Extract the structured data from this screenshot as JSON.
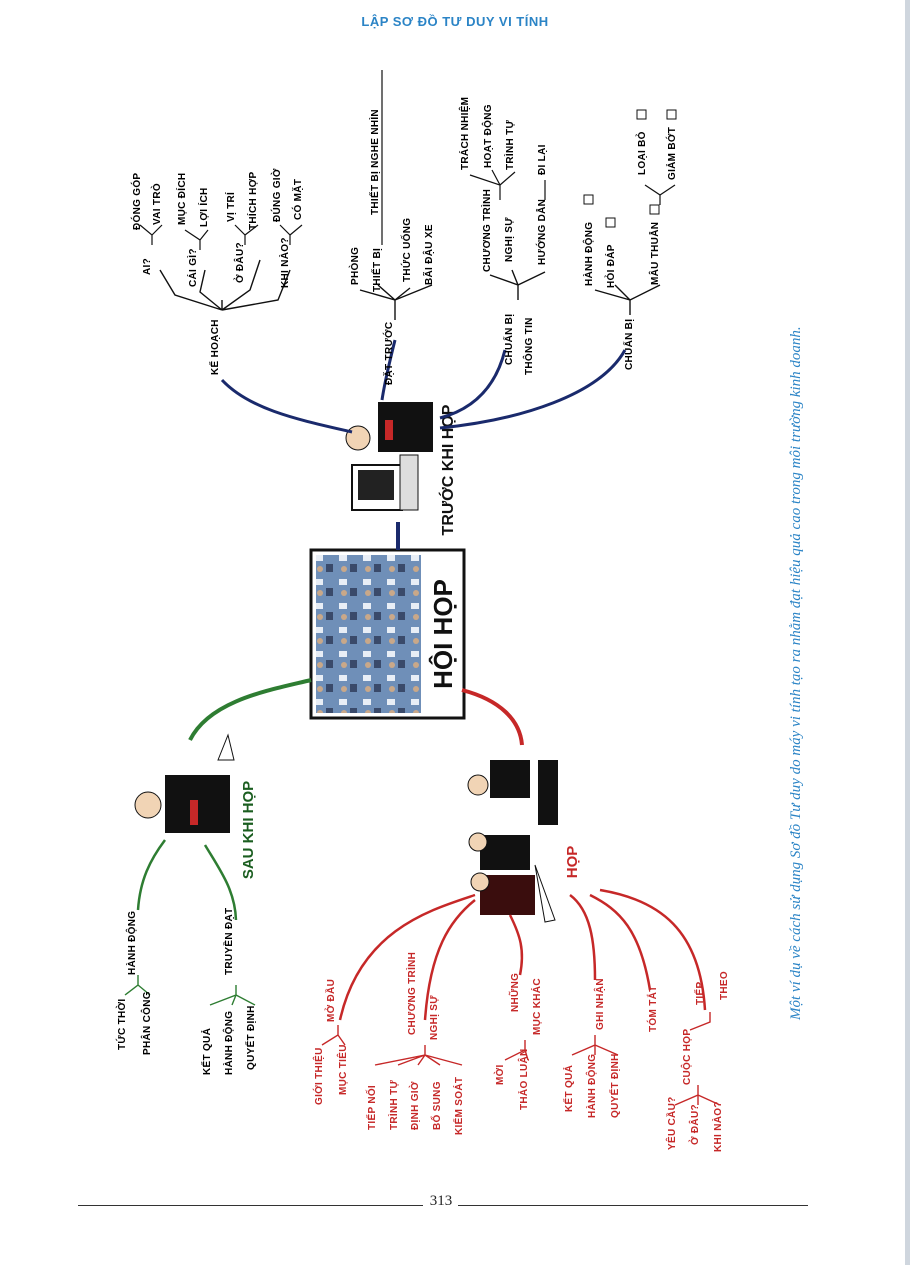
{
  "header": {
    "title": "LẬP SƠ ĐỒ TƯ DUY VI TÍNH"
  },
  "center": {
    "title": "HỘI HỌP"
  },
  "branches": {
    "before": {
      "title": "TRƯỚC KHI HỌP",
      "color": "#1a2a6c",
      "plan": {
        "label": "KẾ HOẠCH",
        "items": {
          "who": {
            "label": "AI?",
            "children": [
              "ĐÓNG GÓP",
              "VAI TRÒ"
            ]
          },
          "what": {
            "label": "CÁI GÌ?",
            "children": [
              "MỤC ĐÍCH",
              "LỢI ÍCH"
            ]
          },
          "where": {
            "label": "Ở ĐÂU?",
            "children": [
              "VỊ TRÍ",
              "THÍCH HỢP"
            ]
          },
          "when": {
            "label": "KHI NÀO?",
            "children": [
              "ĐÚNG GIỜ",
              "CÓ MẶT"
            ]
          }
        }
      },
      "book": {
        "label": "ĐẶT TRƯỚC",
        "items": {
          "room": "PHÒNG",
          "equipment": {
            "label": "THIẾT BỊ",
            "children": [
              "THIẾT BỊ NGHE NHÌN"
            ]
          },
          "drinks": "THỨC UỐNG",
          "parking": "BÃI ĐẬU XE"
        }
      },
      "prepare_info": {
        "label_top": "CHUẨN BỊ",
        "label_bottom": "THÔNG TIN",
        "items": {
          "agenda": "CHƯƠNG TRÌNH",
          "tasks": {
            "label": "NGHỊ SỰ",
            "children": [
              "TRÁCH NHIỆM",
              "HOẠT ĐỘNG",
              "TRÌNH TỰ"
            ]
          },
          "directions": {
            "label": "HƯỚNG DẪN",
            "children": [
              "ĐI LẠI"
            ]
          }
        }
      },
      "prepare": {
        "label": "CHUẨN BỊ",
        "items": {
          "action": "HÀNH ĐỘNG",
          "qa": "HỎI ĐÁP",
          "conflict": {
            "label": "MÂU THUẪN",
            "children": [
              "LOẠI BỎ",
              "GIẢM BỚT"
            ]
          }
        }
      }
    },
    "after": {
      "title": "SAU KHI HỌP",
      "color": "#2e7d32",
      "action": {
        "label": "HÀNH ĐỘNG",
        "children": [
          "TỨC THỜI",
          "PHÂN CÔNG"
        ]
      },
      "communicate": {
        "label": "TRUYỀN ĐẠT",
        "children": [
          "KẾT QUẢ",
          "HÀNH ĐỘNG",
          "QUYẾT ĐỊNH"
        ]
      }
    },
    "meeting": {
      "title": "HỌP",
      "color": "#c62828",
      "opening": {
        "label": "MỞ ĐẦU",
        "children": [
          "GIỚI THIỆU",
          "MỤC TIÊU"
        ]
      },
      "agenda": {
        "label_top": "CHƯƠNG TRÌNH",
        "label_bottom": "NGHỊ SỰ",
        "children": [
          "TIẾP NỐI",
          "TRÌNH TỰ",
          "ĐỊNH GIỜ",
          "BỔ SUNG",
          "KIỂM SOÁT"
        ]
      },
      "other": {
        "label_top": "NHỮNG",
        "label_bottom": "MỤC KHÁC",
        "children": [
          "MỜI",
          "THẢO LUẬN"
        ]
      },
      "record": {
        "label": "GHI NHẬN",
        "children": [
          "KẾT QUẢ",
          "HÀNH ĐỘNG",
          "QUYẾT ĐỊNH"
        ]
      },
      "summary": {
        "label": "TÓM TẮT"
      },
      "follow": {
        "label_top": "TIẾP",
        "label_bottom": "THEO",
        "sub": "CUỘC HỌP",
        "children": [
          "YÊU CẦU?",
          "Ở ĐÂU?",
          "KHI NÀO?"
        ]
      }
    }
  },
  "caption": "Một ví dụ về cách sử dụng Sơ đồ Tư duy do máy vi tính tạo ra nhằm đạt hiệu quả cao trong môi trường kinh doanh.",
  "footer": {
    "page_number": "313"
  }
}
